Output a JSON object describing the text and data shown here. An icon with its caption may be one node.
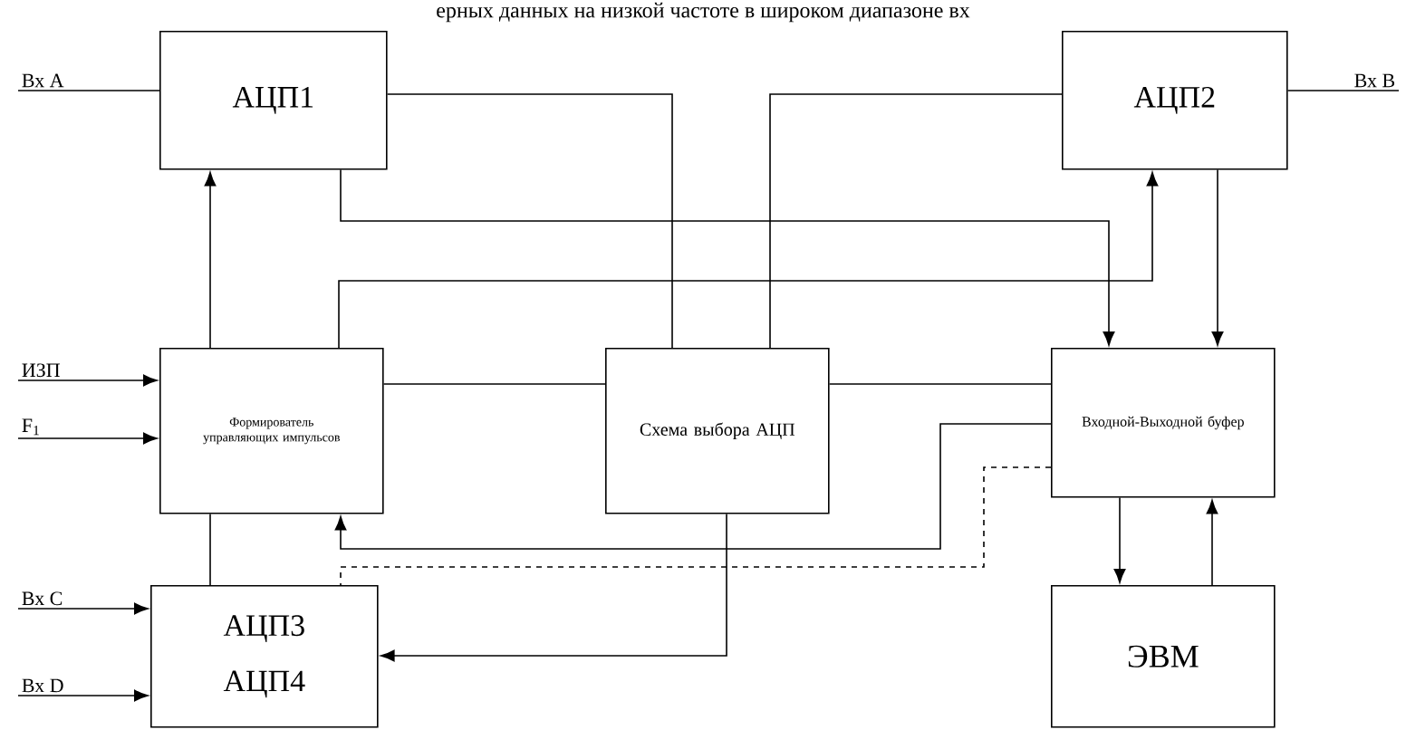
{
  "diagram": {
    "nodes": [
      {
        "text": [
          "АЦП1"
        ]
      },
      {
        "text": [
          "АЦП2"
        ]
      },
      {
        "text": [
          "Формирователь управляющих импульсов"
        ]
      },
      {
        "text": [
          "Схема выбора АЦП"
        ]
      },
      {
        "text": [
          "Входной-Выходной буфер"
        ]
      },
      {
        "text": [
          "АЦП3",
          "АЦП4"
        ]
      },
      {
        "text": [
          "ЭВМ"
        ]
      },
      {
        "text": [
          "Вх A"
        ]
      },
      {
        "text": [
          "Вх B"
        ]
      },
      {
        "text": [
          "ИЗП"
        ]
      },
      {
        "text": [
          "F$_{1}$"
        ]
      },
      {
        "text": [
          "Вх C"
        ]
      },
      {
        "text": [
          "Вх D"
        ]
      }
    ],
    "edges": [
      {
        "from": 7,
        "to": 0,
        "arrow": "none"
      },
      {
        "from": 8,
        "to": 1,
        "arrow": "none"
      },
      {
        "from": 9,
        "to": 2,
        "arrow": "to"
      },
      {
        "from": 10,
        "to": 2,
        "arrow": "to"
      },
      {
        "from": 11,
        "to": 5,
        "arrow": "to"
      },
      {
        "from": 12,
        "to": 5,
        "arrow": "to"
      },
      {
        "from": 0,
        "to": 3,
        "arrow": "none"
      },
      {
        "from": 1,
        "to": 3,
        "arrow": "none"
      },
      {
        "from": 0,
        "to": 4,
        "arrow": "to"
      },
      {
        "from": 2,
        "to": 1,
        "arrow": "to"
      },
      {
        "from": 1,
        "to": 4,
        "arrow": "to"
      },
      {
        "from": 2,
        "to": 0,
        "arrow": "to"
      },
      {
        "from": 2,
        "to": 3,
        "arrow": "none"
      },
      {
        "from": 3,
        "to": 4,
        "arrow": "none"
      },
      {
        "from": 4,
        "to": 2,
        "arrow": "to"
      },
      {
        "from": 4,
        "to": 5,
        "arrow": "none",
        "style": "dashed"
      },
      {
        "from": 3,
        "to": 5,
        "arrow": "to"
      },
      {
        "from": 2,
        "to": 5,
        "arrow": "none"
      },
      {
        "from": 4,
        "to": 6,
        "arrow": "to"
      },
      {
        "from": 6,
        "to": 4,
        "arrow": "to"
      }
    ],
    "labels": [
      "ерных данных на низкой частоте в широком диапазоне вх"
    ]
  }
}
